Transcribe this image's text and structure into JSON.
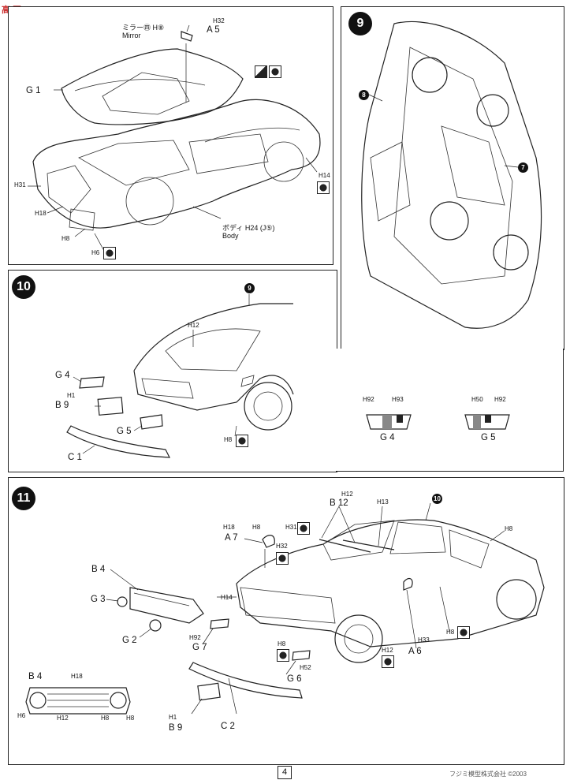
{
  "watermark": {
    "text": "高 网"
  },
  "step8": {
    "mirror_jp": "ミラー㊃ H⑧",
    "mirror_en": "Mirror",
    "h32": "H32",
    "a5": "A 5",
    "g1": "G 1",
    "h14": "H14",
    "h31": "H31",
    "h18": "H18",
    "h8": "H8",
    "h6": "H6",
    "body_jp": "ボディ H24 (J⑤)",
    "body_en": "Body"
  },
  "step9": {
    "num": "9",
    "p8": "8",
    "p7": "7"
  },
  "step10": {
    "num": "10",
    "p9": "9",
    "h12": "H12",
    "g4": "G 4",
    "h1": "H1",
    "b9": "B 9",
    "g5": "G 5",
    "c1": "C 1",
    "h8": "H8",
    "detail_g4": {
      "h_left": "H92",
      "h_right": "H93",
      "label": "G 4"
    },
    "detail_g5": {
      "h_left": "H50",
      "h_right": "H92",
      "label": "G 5"
    }
  },
  "step11": {
    "num": "11",
    "p10": "10",
    "b12": "B 12",
    "h12a": "H12",
    "h13": "H13",
    "a7": "A 7",
    "h18": "H18",
    "h8a": "H8",
    "h31": "H31",
    "h32": "H32",
    "b4": "B 4",
    "g3": "G 3",
    "h14": "H14",
    "g2": "G 2",
    "h92": "H92",
    "g7": "G 7",
    "h8b": "H8",
    "h52": "H52",
    "g6": "G 6",
    "h12b": "H12",
    "h33": "H33",
    "a6": "A 6",
    "h8c": "H8",
    "h8d": "H8",
    "b4_detail": "B 4",
    "h18b": "H18",
    "h6": "H6",
    "h12c": "H12",
    "h8e": "H8",
    "h8f": "H8",
    "h1": "H1",
    "b9": "B 9",
    "c2": "C 2"
  },
  "footer": {
    "page": "4",
    "copyright": "フジミ模型株式会社 ©2003"
  }
}
